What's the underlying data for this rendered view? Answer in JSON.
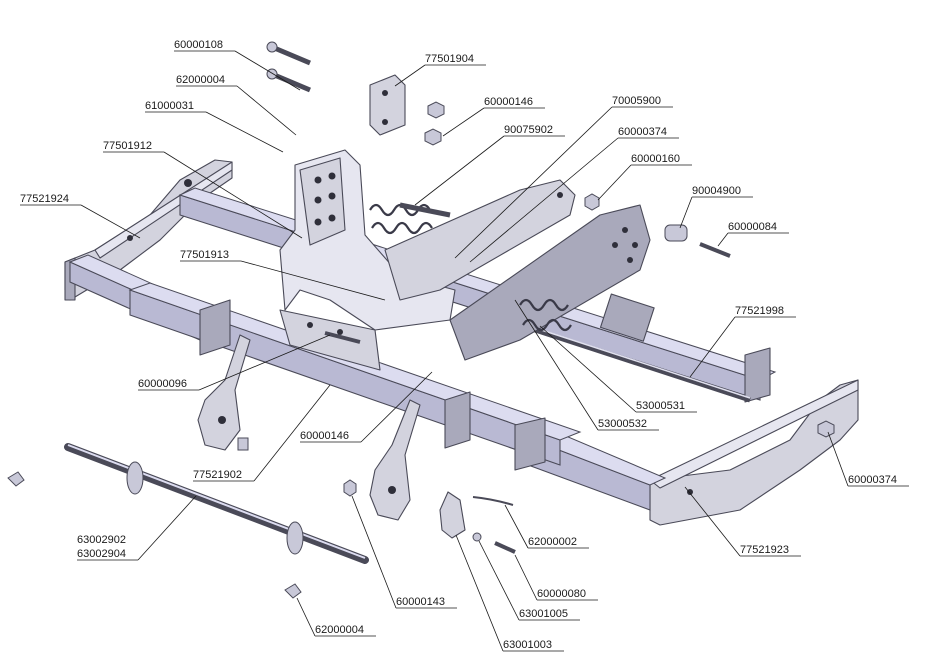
{
  "labels": [
    {
      "id": "l-60000108",
      "text": "60000108"
    },
    {
      "id": "l-62000004a",
      "text": "62000004"
    },
    {
      "id": "l-61000031",
      "text": "61000031"
    },
    {
      "id": "l-77501912",
      "text": "77501912"
    },
    {
      "id": "l-77521924",
      "text": "77521924"
    },
    {
      "id": "l-77501904",
      "text": "77501904"
    },
    {
      "id": "l-60000146a",
      "text": "60000146"
    },
    {
      "id": "l-70005900",
      "text": "70005900"
    },
    {
      "id": "l-90075902",
      "text": "90075902"
    },
    {
      "id": "l-60000374a",
      "text": "60000374"
    },
    {
      "id": "l-60000160",
      "text": "60000160"
    },
    {
      "id": "l-90004900",
      "text": "90004900"
    },
    {
      "id": "l-60000084",
      "text": "60000084"
    },
    {
      "id": "l-77501913",
      "text": "77501913"
    },
    {
      "id": "l-77521998",
      "text": "77521998"
    },
    {
      "id": "l-60000096",
      "text": "60000096"
    },
    {
      "id": "l-53000531",
      "text": "53000531"
    },
    {
      "id": "l-53000532",
      "text": "53000532"
    },
    {
      "id": "l-60000146b",
      "text": "60000146"
    },
    {
      "id": "l-77521902",
      "text": "77521902"
    },
    {
      "id": "l-60000374b",
      "text": "60000374"
    },
    {
      "id": "l-63002902",
      "text": "63002902"
    },
    {
      "id": "l-63002904",
      "text": "63002904"
    },
    {
      "id": "l-62000002",
      "text": "62000002"
    },
    {
      "id": "l-77521923",
      "text": "77521923"
    },
    {
      "id": "l-60000080",
      "text": "60000080"
    },
    {
      "id": "l-60000143",
      "text": "60000143"
    },
    {
      "id": "l-63001005",
      "text": "63001005"
    },
    {
      "id": "l-62000004b",
      "text": "62000004"
    },
    {
      "id": "l-63001003",
      "text": "63001003"
    }
  ]
}
